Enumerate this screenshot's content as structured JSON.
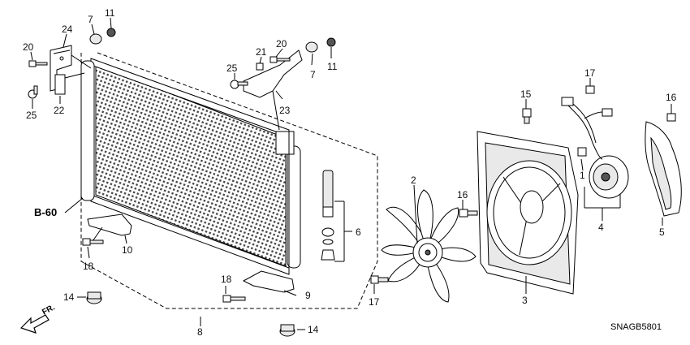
{
  "diagram": {
    "section_ref": "B-60",
    "diagram_code": "SNAGB5801",
    "front_direction_label": "FR.",
    "callouts": {
      "c1": "1",
      "c2": "2",
      "c3": "3",
      "c4": "4",
      "c5": "5",
      "c6": "6",
      "c7a": "7",
      "c7b": "7",
      "c8": "8",
      "c9": "9",
      "c10": "10",
      "c11a": "11",
      "c11b": "11",
      "c14a": "14",
      "c14b": "14",
      "c15": "15",
      "c16a": "16",
      "c16b": "16",
      "c17a": "17",
      "c17b": "17",
      "c18a": "18",
      "c18b": "18",
      "c20a": "20",
      "c20b": "20",
      "c21": "21",
      "c22": "22",
      "c23": "23",
      "c24": "24",
      "c25a": "25",
      "c25b": "25"
    }
  }
}
